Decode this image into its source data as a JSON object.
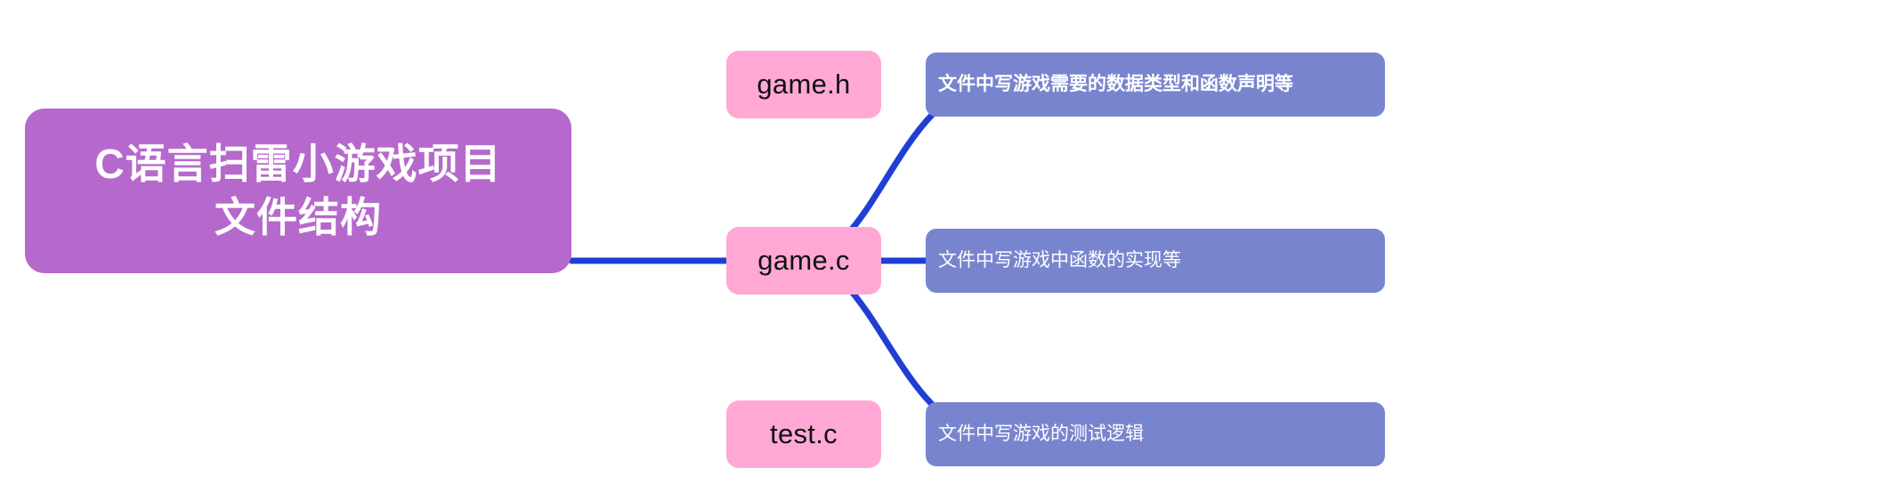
{
  "diagram": {
    "type": "mindmap",
    "orientation": "left-to-right",
    "background": "#ffffff",
    "colors": {
      "root_fill": "#b669cc",
      "root_text": "#ffffff",
      "file_fill": "#ffa8d5",
      "file_text": "#111111",
      "desc_fill": "#7885ce",
      "desc_text": "#ffffff",
      "connector": "#1f3fd4"
    },
    "root": {
      "lines": [
        "C语言扫雷小游戏项目",
        "文件结构"
      ]
    },
    "branches": [
      {
        "file": "game.h",
        "description": "文件中写游戏需要的数据类型和函数声明等",
        "description_bold": true
      },
      {
        "file": "game.c",
        "description": "文件中写游戏中函数的实现等",
        "description_bold": false
      },
      {
        "file": "test.c",
        "description": "文件中写游戏的测试逻辑",
        "description_bold": false
      }
    ]
  }
}
